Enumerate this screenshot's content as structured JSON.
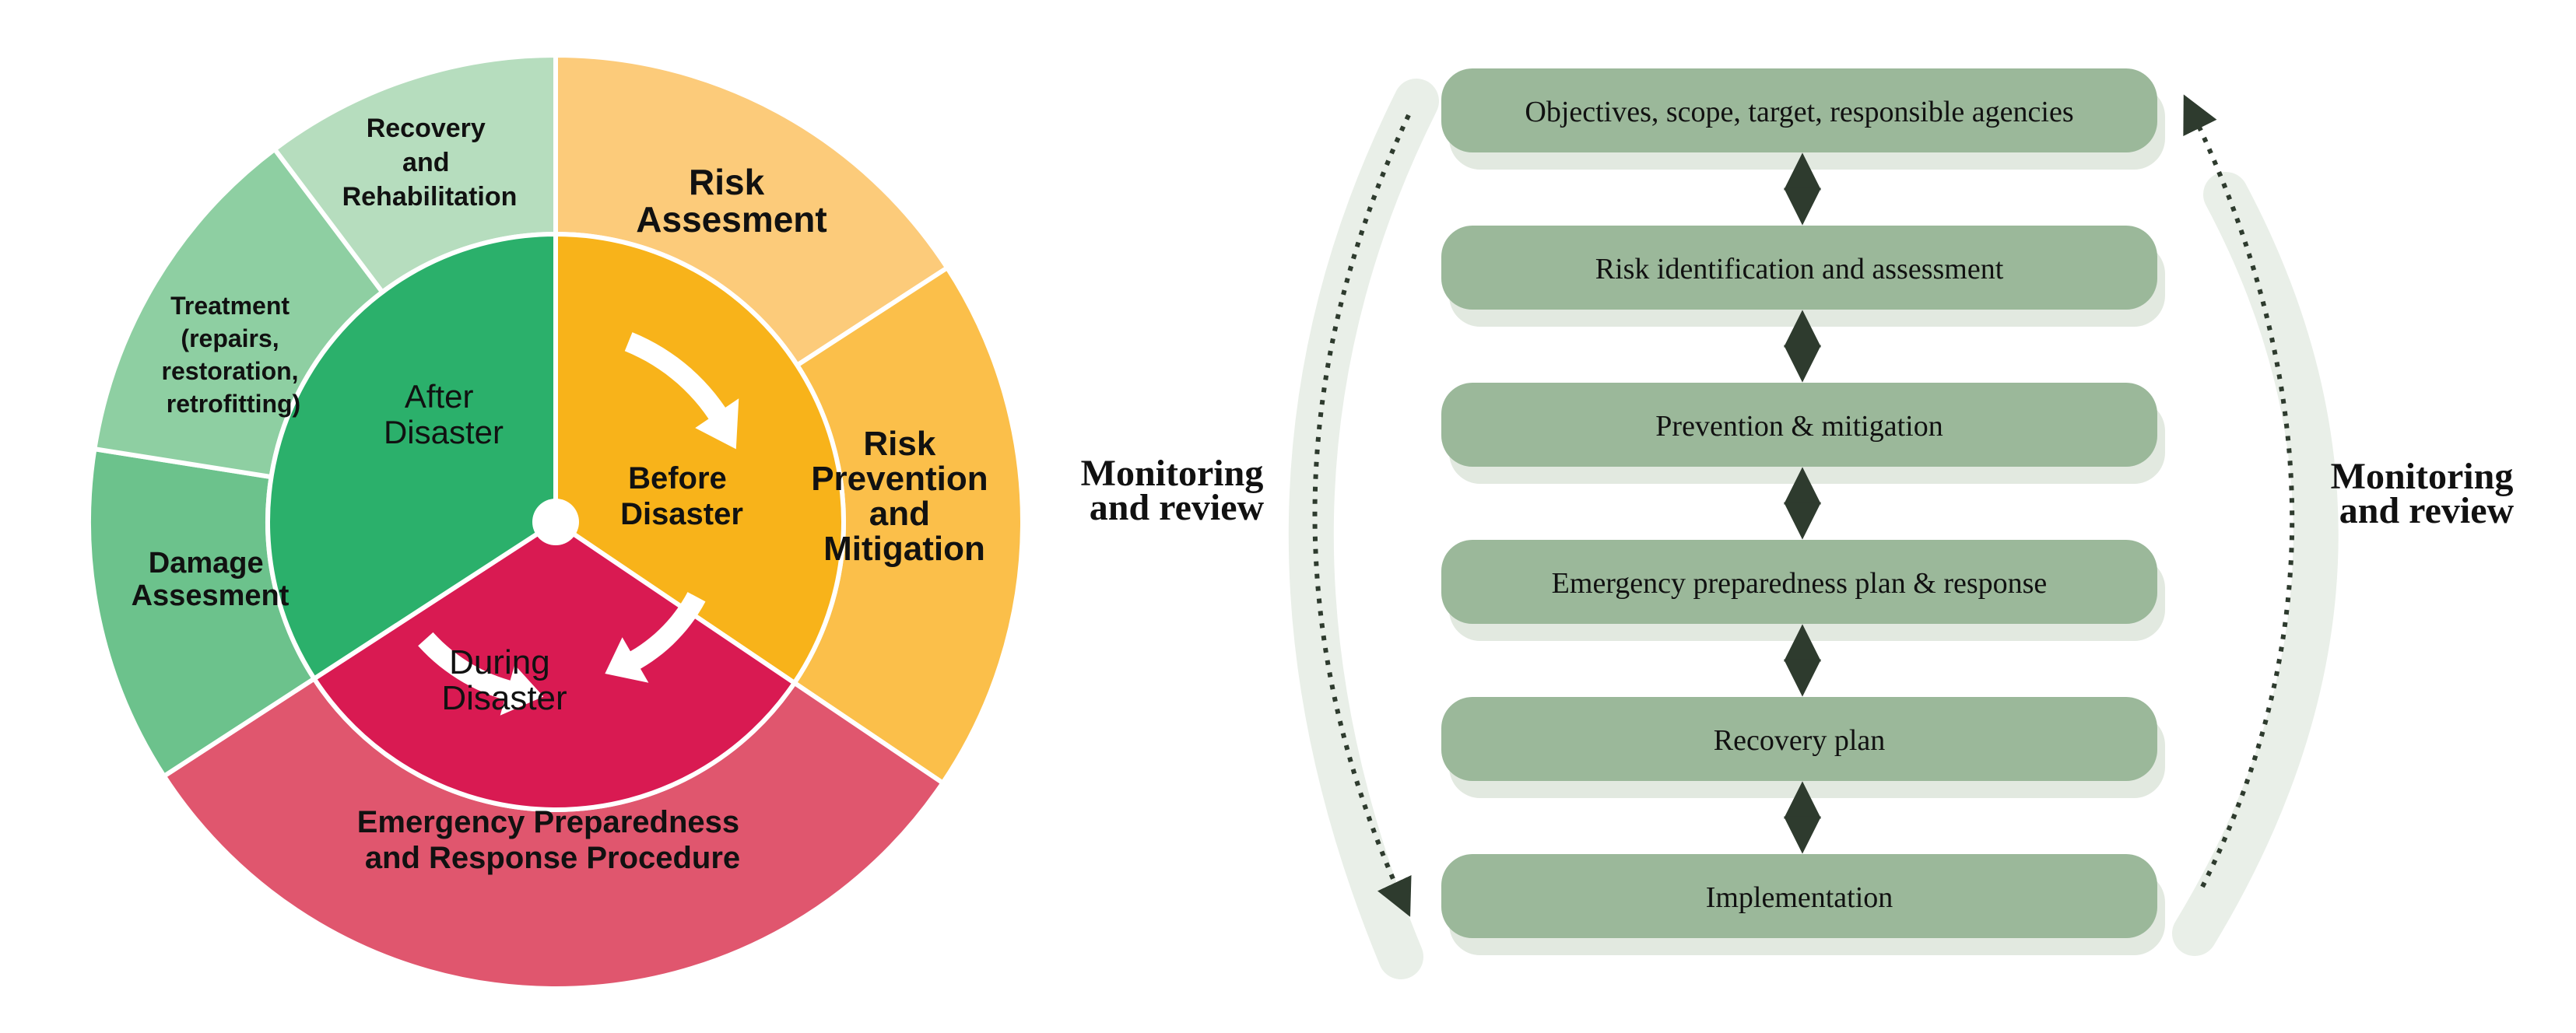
{
  "wheel": {
    "center": {
      "before": [
        "Before",
        "Disaster"
      ],
      "during": [
        "During",
        "Disaster"
      ],
      "after": [
        "After",
        "Disaster"
      ]
    },
    "outer": {
      "risk_assessment": [
        "Risk",
        "Assesment"
      ],
      "risk_prevention": [
        "Risk",
        "Prevention",
        "and",
        "Mitigation"
      ],
      "emergency": [
        "Emergency Preparedness",
        "and Response Procedure"
      ],
      "damage": [
        "Damage",
        "Assesment"
      ],
      "treatment": [
        "Treatment",
        "(repairs,",
        "restoration,",
        "retrofitting)"
      ],
      "recovery": [
        "Recovery",
        "and",
        "Rehabilitation"
      ]
    },
    "colors": {
      "before_inner": "#F8B31A",
      "during_inner": "#D91A52",
      "after_inner": "#2BB06B",
      "risk_assessment": "#FCCB7A",
      "risk_prevention": "#FBBF4A",
      "emergency": "#E0566E",
      "damage": "#6CC28C",
      "treatment": "#8ECFA2",
      "recovery": "#B6DDBE"
    }
  },
  "flow": {
    "steps": [
      "Objectives, scope, target, responsible agencies",
      "Risk identification and assessment",
      "Prevention & mitigation",
      "Emergency preparedness plan & response",
      "Recovery plan",
      "Implementation"
    ],
    "monitor_left": [
      "Monitoring",
      "and review"
    ],
    "monitor_right": [
      "Monitoring",
      "and review"
    ],
    "colors": {
      "box": "#9BB89A",
      "box_shadow": "#E2E9E0",
      "arrow": "#2E3B2E"
    }
  }
}
